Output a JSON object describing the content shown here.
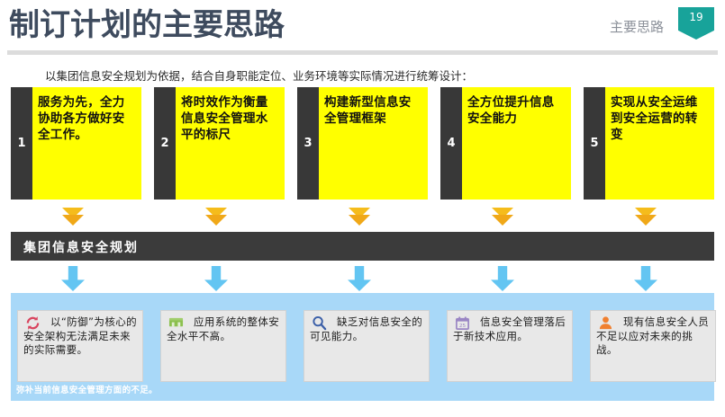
{
  "header": {
    "title": "制订计划的主要思路",
    "label": "主要思路",
    "badge_number": "19",
    "badge_color": "#18a39a",
    "title_color": "#3e4b5e"
  },
  "subtitle": "以集团信息安全规划为依据，结合自身职能定位、业务环境等实际情况进行统筹设计：",
  "principles": [
    {
      "num": "1",
      "text": "服务为先，全力协助各方做好安全工作。"
    },
    {
      "num": "2",
      "text": "将时效作为衡量信息安全管理水平的标尺"
    },
    {
      "num": "3",
      "text": "构建新型信息安全管理框架"
    },
    {
      "num": "4",
      "text": "全方位提升信息安全能力"
    },
    {
      "num": "5",
      "text": "实现从安全运维到安全运营的转变"
    }
  ],
  "plan_bar": {
    "label": "集团信息安全规划",
    "background": "#3b3b3b"
  },
  "arrows": {
    "up_color": "#f5bc1c",
    "down_color": "#63c5f2",
    "up_count": 5,
    "down_count": 5
  },
  "issues_panel": {
    "background": "#a8d8f8",
    "footnote": "弥补当前信息安全管理方面的不足。",
    "cards": [
      {
        "icon": "refresh-cycle-icon",
        "icon_color": "#d9455f",
        "text": "以“防御”为核心的安全架构无法满足未来的实际需要。"
      },
      {
        "icon": "store-icon",
        "icon_color": "#8cc04f",
        "text": "应用系统的整体安全水平不高。"
      },
      {
        "icon": "magnifier-icon",
        "icon_color": "#3b5fa8",
        "text": "缺乏对信息安全的可见能力。"
      },
      {
        "icon": "calendar-icon",
        "icon_color": "#9a86c4",
        "text": "信息安全管理落后于新技术应用。"
      },
      {
        "icon": "person-icon",
        "icon_color": "#f08030",
        "text": "现有信息安全人员不足以应对未来的挑战。"
      }
    ]
  }
}
